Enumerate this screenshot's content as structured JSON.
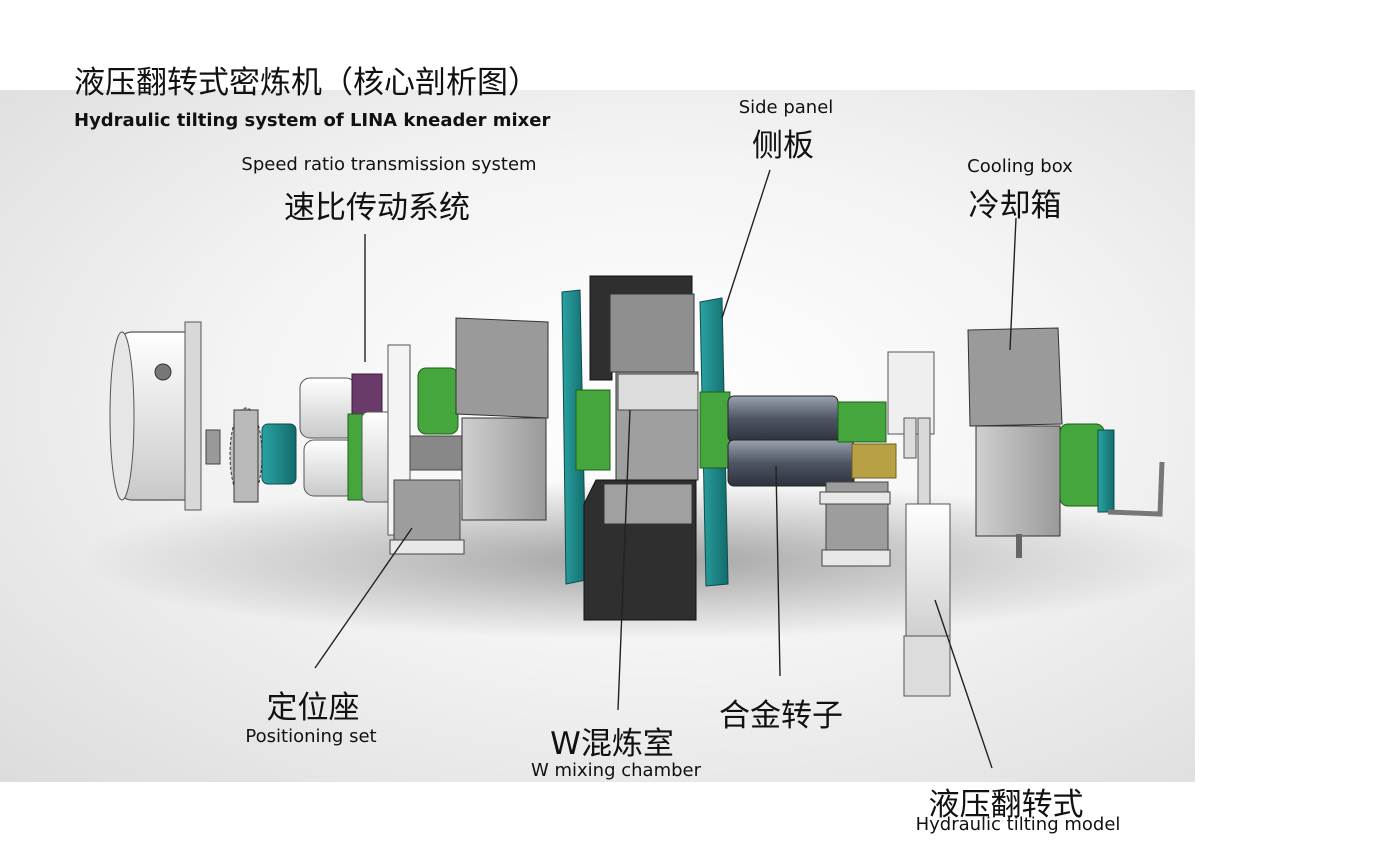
{
  "title": {
    "zh": "液压翻转式密炼机（核心剖析图）",
    "en": "Hydraulic tilting system of LINA kneader mixer"
  },
  "callouts": {
    "speed_ratio": {
      "en": "Speed ratio transmission system",
      "zh": "速比传动系统"
    },
    "side_panel": {
      "en": "Side panel",
      "zh": "侧板"
    },
    "cooling_box": {
      "en": "Cooling box",
      "zh": "冷却箱"
    },
    "positioning": {
      "zh": "定位座",
      "en": "Positioning set"
    },
    "mixing_chamber": {
      "zh": "W混炼室",
      "en": "W mixing chamber"
    },
    "alloy_rotor": {
      "zh": "合金转子"
    },
    "hydraulic_model": {
      "zh": "液压翻转式",
      "en": "Hydraulic tilting model"
    }
  },
  "colors": {
    "teal": "#1e8c8c",
    "green": "#44a63c",
    "gray_panel": "#8f8f8f",
    "dark_plate": "#2f2f2f",
    "gear": "#b9b9b9",
    "purple_gear": "#6a3b6a",
    "brass": "#b8a045"
  }
}
